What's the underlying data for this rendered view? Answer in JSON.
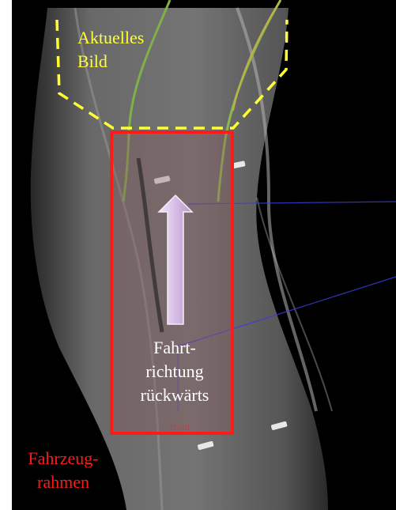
{
  "current_image_label": [
    "Aktuelles",
    "Bild"
  ],
  "vehicle_frame_label": [
    "Fahrzeug-",
    "rahmen"
  ],
  "direction_label": [
    "Fahrt-",
    "richtung",
    "rückwärts"
  ],
  "faint_label": "front",
  "colors": {
    "current_image": "#ffff33",
    "vehicle_frame": "#ff1a1a",
    "direction_text": "#ffffff",
    "arrow_fill": "#d9bfe6"
  }
}
